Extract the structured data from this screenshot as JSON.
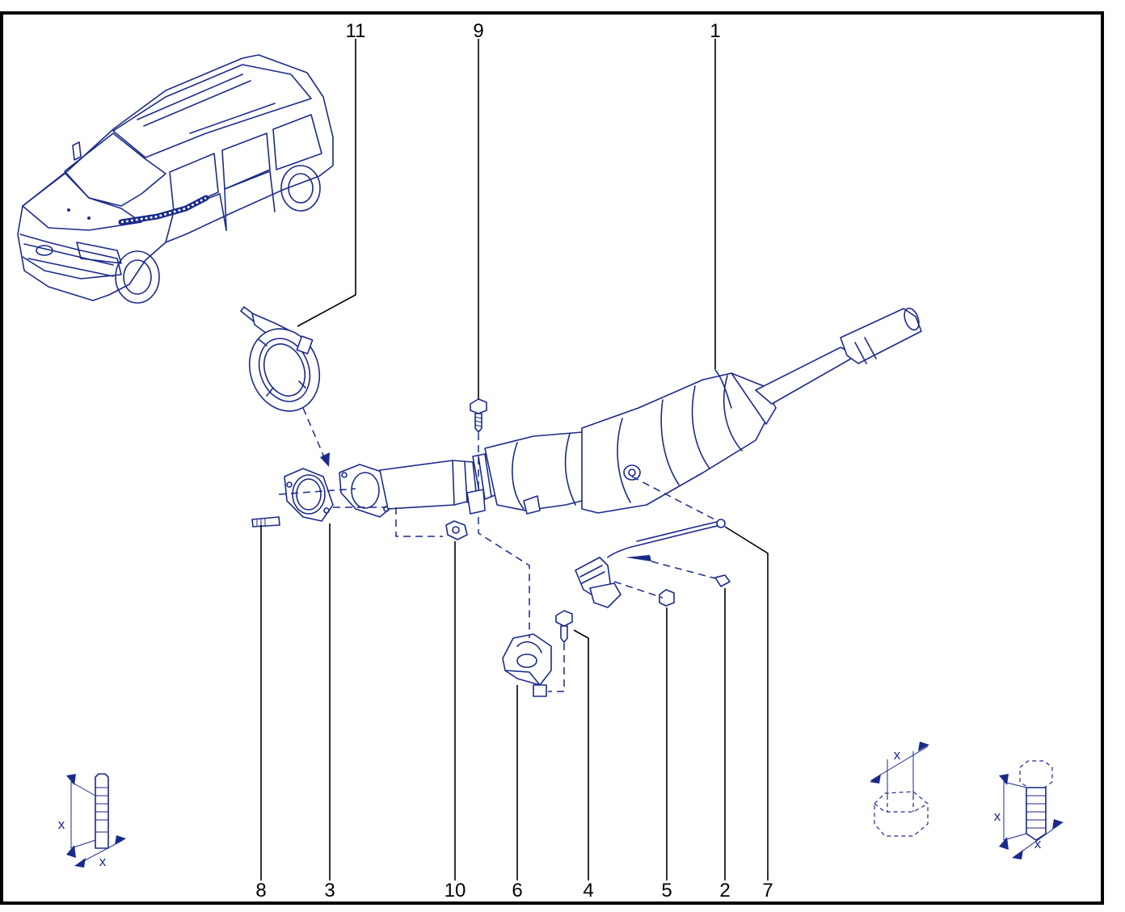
{
  "diagram": {
    "part_labels": {
      "p1": "1",
      "p2": "2",
      "p3": "3",
      "p4": "4",
      "p5": "5",
      "p6": "6",
      "p7": "7",
      "p8": "8",
      "p9": "9",
      "p10": "10",
      "p11": "11"
    },
    "dimension_labels": {
      "stud_length": "x",
      "stud_diameter": "x",
      "nut_size": "x",
      "bolt_length": "x",
      "bolt_diameter": "x"
    },
    "colors": {
      "line_art": "#1a2a8c",
      "leader_lines": "#000000",
      "frame": "#000000",
      "background": "#ffffff"
    }
  }
}
